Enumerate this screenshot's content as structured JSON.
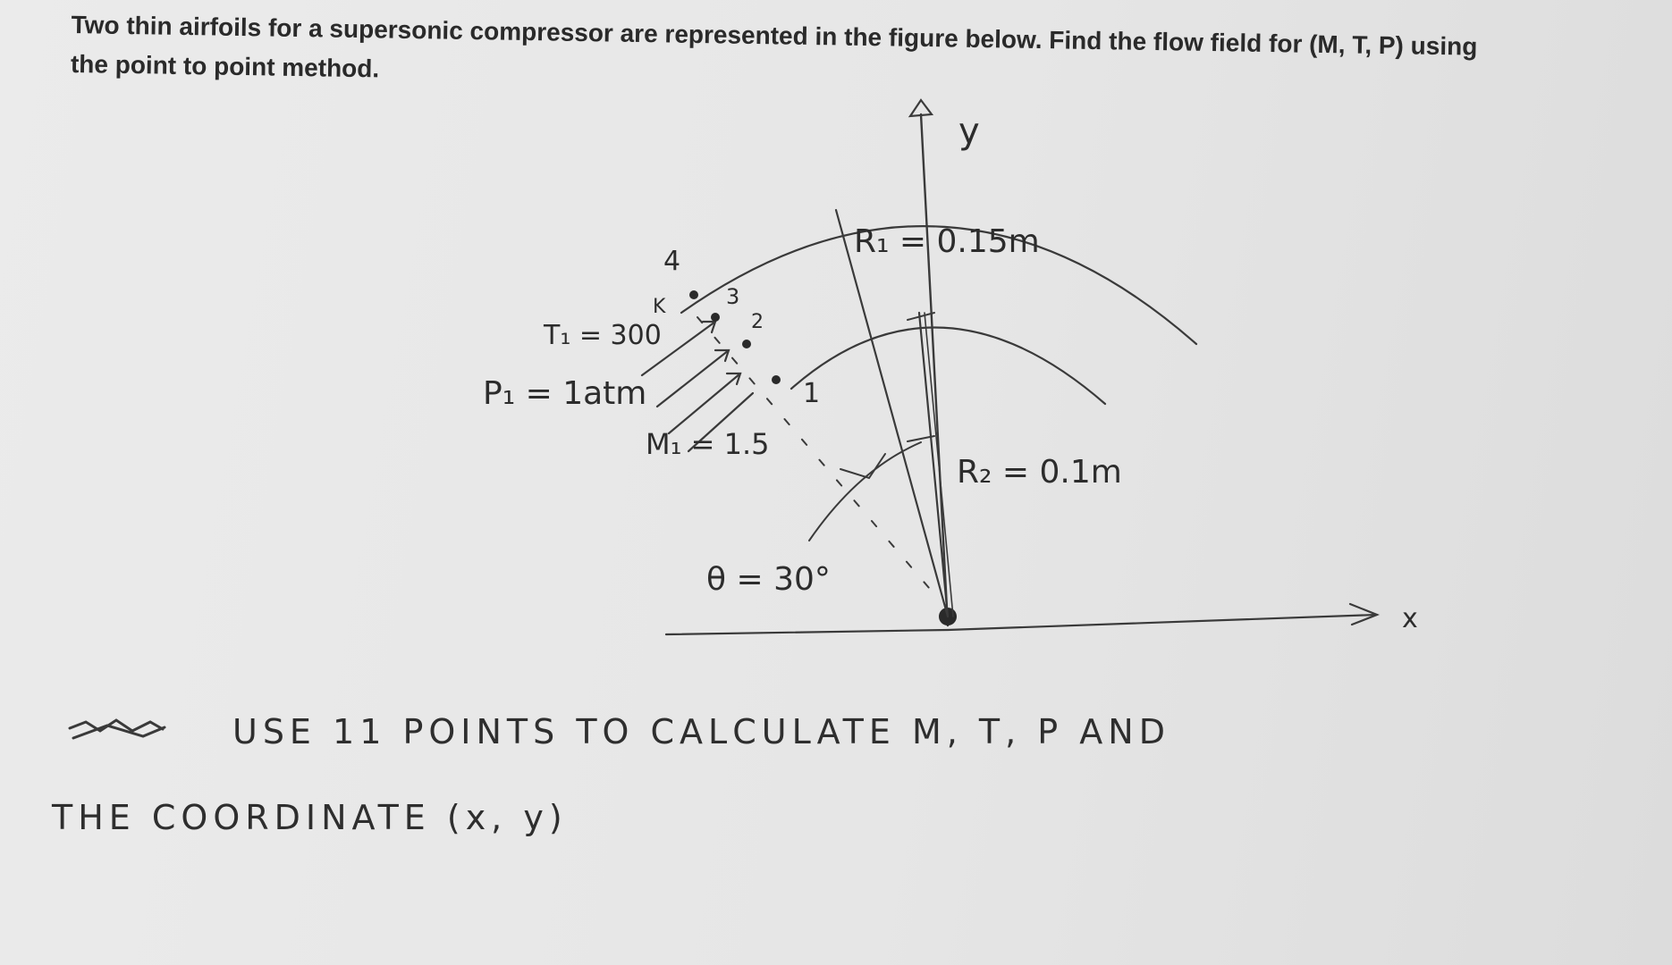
{
  "problem": {
    "statement": "Two thin airfoils for a supersonic compressor are represented in the figure below. Find the flow field for (M, T, P) using the point to point method."
  },
  "figure": {
    "axis_y_label": "y",
    "axis_x_label": "x",
    "r1_label": "R₁ = 0.15m",
    "r2_label": "R₂ = 0.1m",
    "t1_label": "T₁ = 300",
    "p1_label": "P₁ = 1atm",
    "m1_label": "M₁ = 1.5",
    "theta_label": "θ = 30°",
    "point_labels": [
      "4",
      "K",
      "3",
      "2",
      "1"
    ]
  },
  "handwritten_note": {
    "line1": "USE 11 POINTS TO CALCULATE M, T, P AND",
    "line2": "THE COORDINATE (x, y)"
  }
}
